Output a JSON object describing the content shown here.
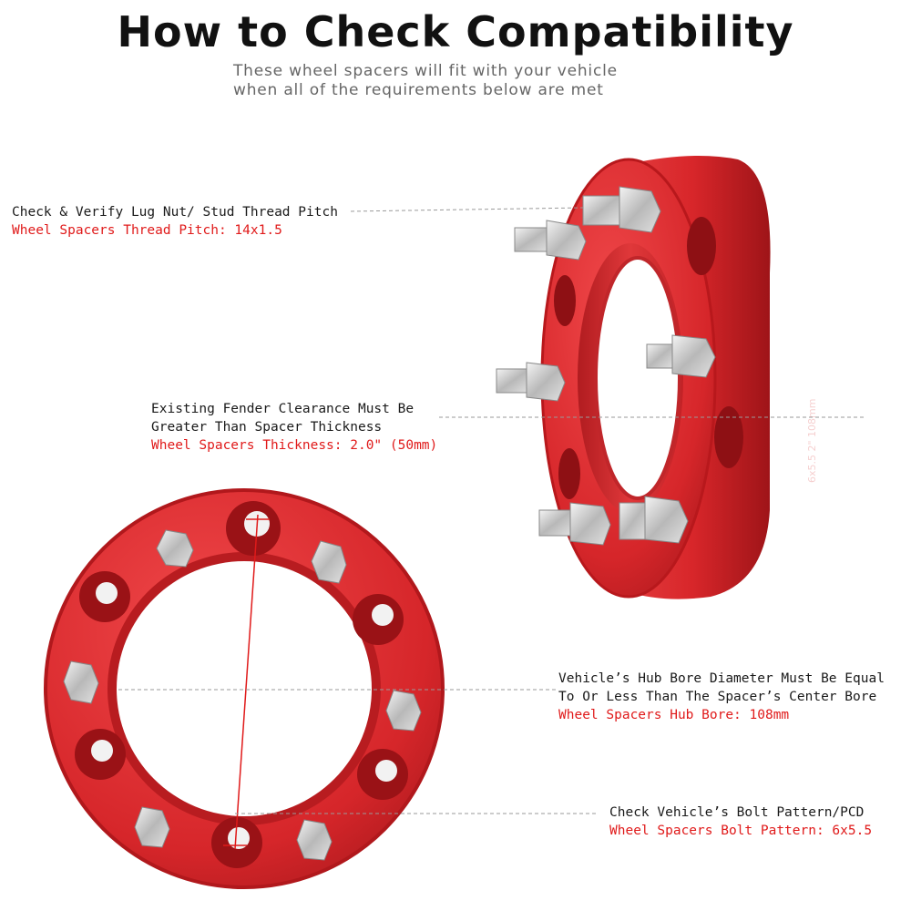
{
  "title": "How to Check Compatibility",
  "subtitle": {
    "line1": "These wheel spacers will fit with your vehicle",
    "line2": "when all of the requirements below are met"
  },
  "callouts": {
    "thread_pitch": {
      "heading": "Check & Verify Lug Nut/ Stud Thread Pitch",
      "spec": "Wheel Spacers Thread Pitch: 14x1.5"
    },
    "thickness": {
      "heading_line1": "Existing Fender Clearance Must Be",
      "heading_line2": "Greater Than Spacer Thickness",
      "spec": "Wheel Spacers Thickness: 2.0\" (50mm)"
    },
    "hub_bore": {
      "heading_line1": "Vehicle’s Hub Bore Diameter Must Be Equal",
      "heading_line2": "To Or Less Than The Spacer’s Center Bore",
      "spec": "Wheel Spacers Hub Bore: 108mm"
    },
    "bolt_pattern": {
      "heading": "Check Vehicle’s Bolt Pattern/PCD",
      "spec": "Wheel Spacers Bolt Pattern: 6x5.5"
    }
  },
  "engraving": "6x5.5 2\" 108mm",
  "colors": {
    "spacer_red": "#d8262a",
    "spacer_dark": "#a3161a",
    "text_red": "#e01a1a",
    "leader_line": "#9a9a9a"
  }
}
